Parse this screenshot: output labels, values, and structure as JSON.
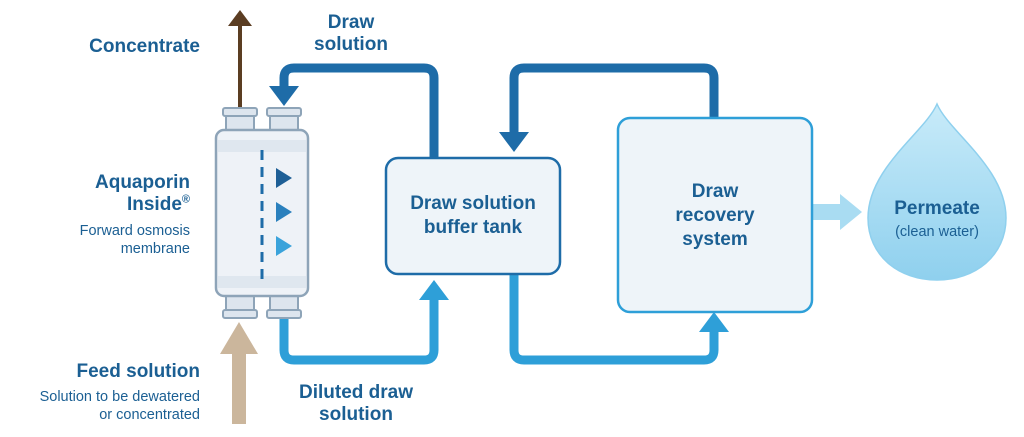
{
  "labels": {
    "concentrate": "Concentrate",
    "draw_solution_line1": "Draw",
    "draw_solution_line2": "solution",
    "membrane_title_line1": "Aquaporin",
    "membrane_title_line2": "Inside",
    "membrane_title_mark": "®",
    "membrane_sub_line1": "Forward osmosis",
    "membrane_sub_line2": "membrane",
    "feed_title": "Feed solution",
    "feed_sub_line1": "Solution to be dewatered",
    "feed_sub_line2": "or concentrated",
    "diluted_line1": "Diluted draw",
    "diluted_line2": "solution",
    "buffer_line1": "Draw solution",
    "buffer_line2": "buffer tank",
    "recovery_line1": "Draw",
    "recovery_line2": "recovery",
    "recovery_line3": "system",
    "permeate_title": "Permeate",
    "permeate_sub": "(clean water)"
  },
  "colors": {
    "text": "#1b5f93",
    "draw_pipe": "#1e6ca8",
    "diluted_pipe": "#2e9fd8",
    "concentrate_pipe": "#5b3d22",
    "feed_pipe": "#cbb69c",
    "box_fill": "#eef4f9",
    "buffer_border": "#1e6ca8",
    "recovery_border": "#2e9fd8",
    "permeate": "#a9dcf2",
    "membrane_fill": "#eef2f7",
    "membrane_border": "#8ea4b8"
  }
}
